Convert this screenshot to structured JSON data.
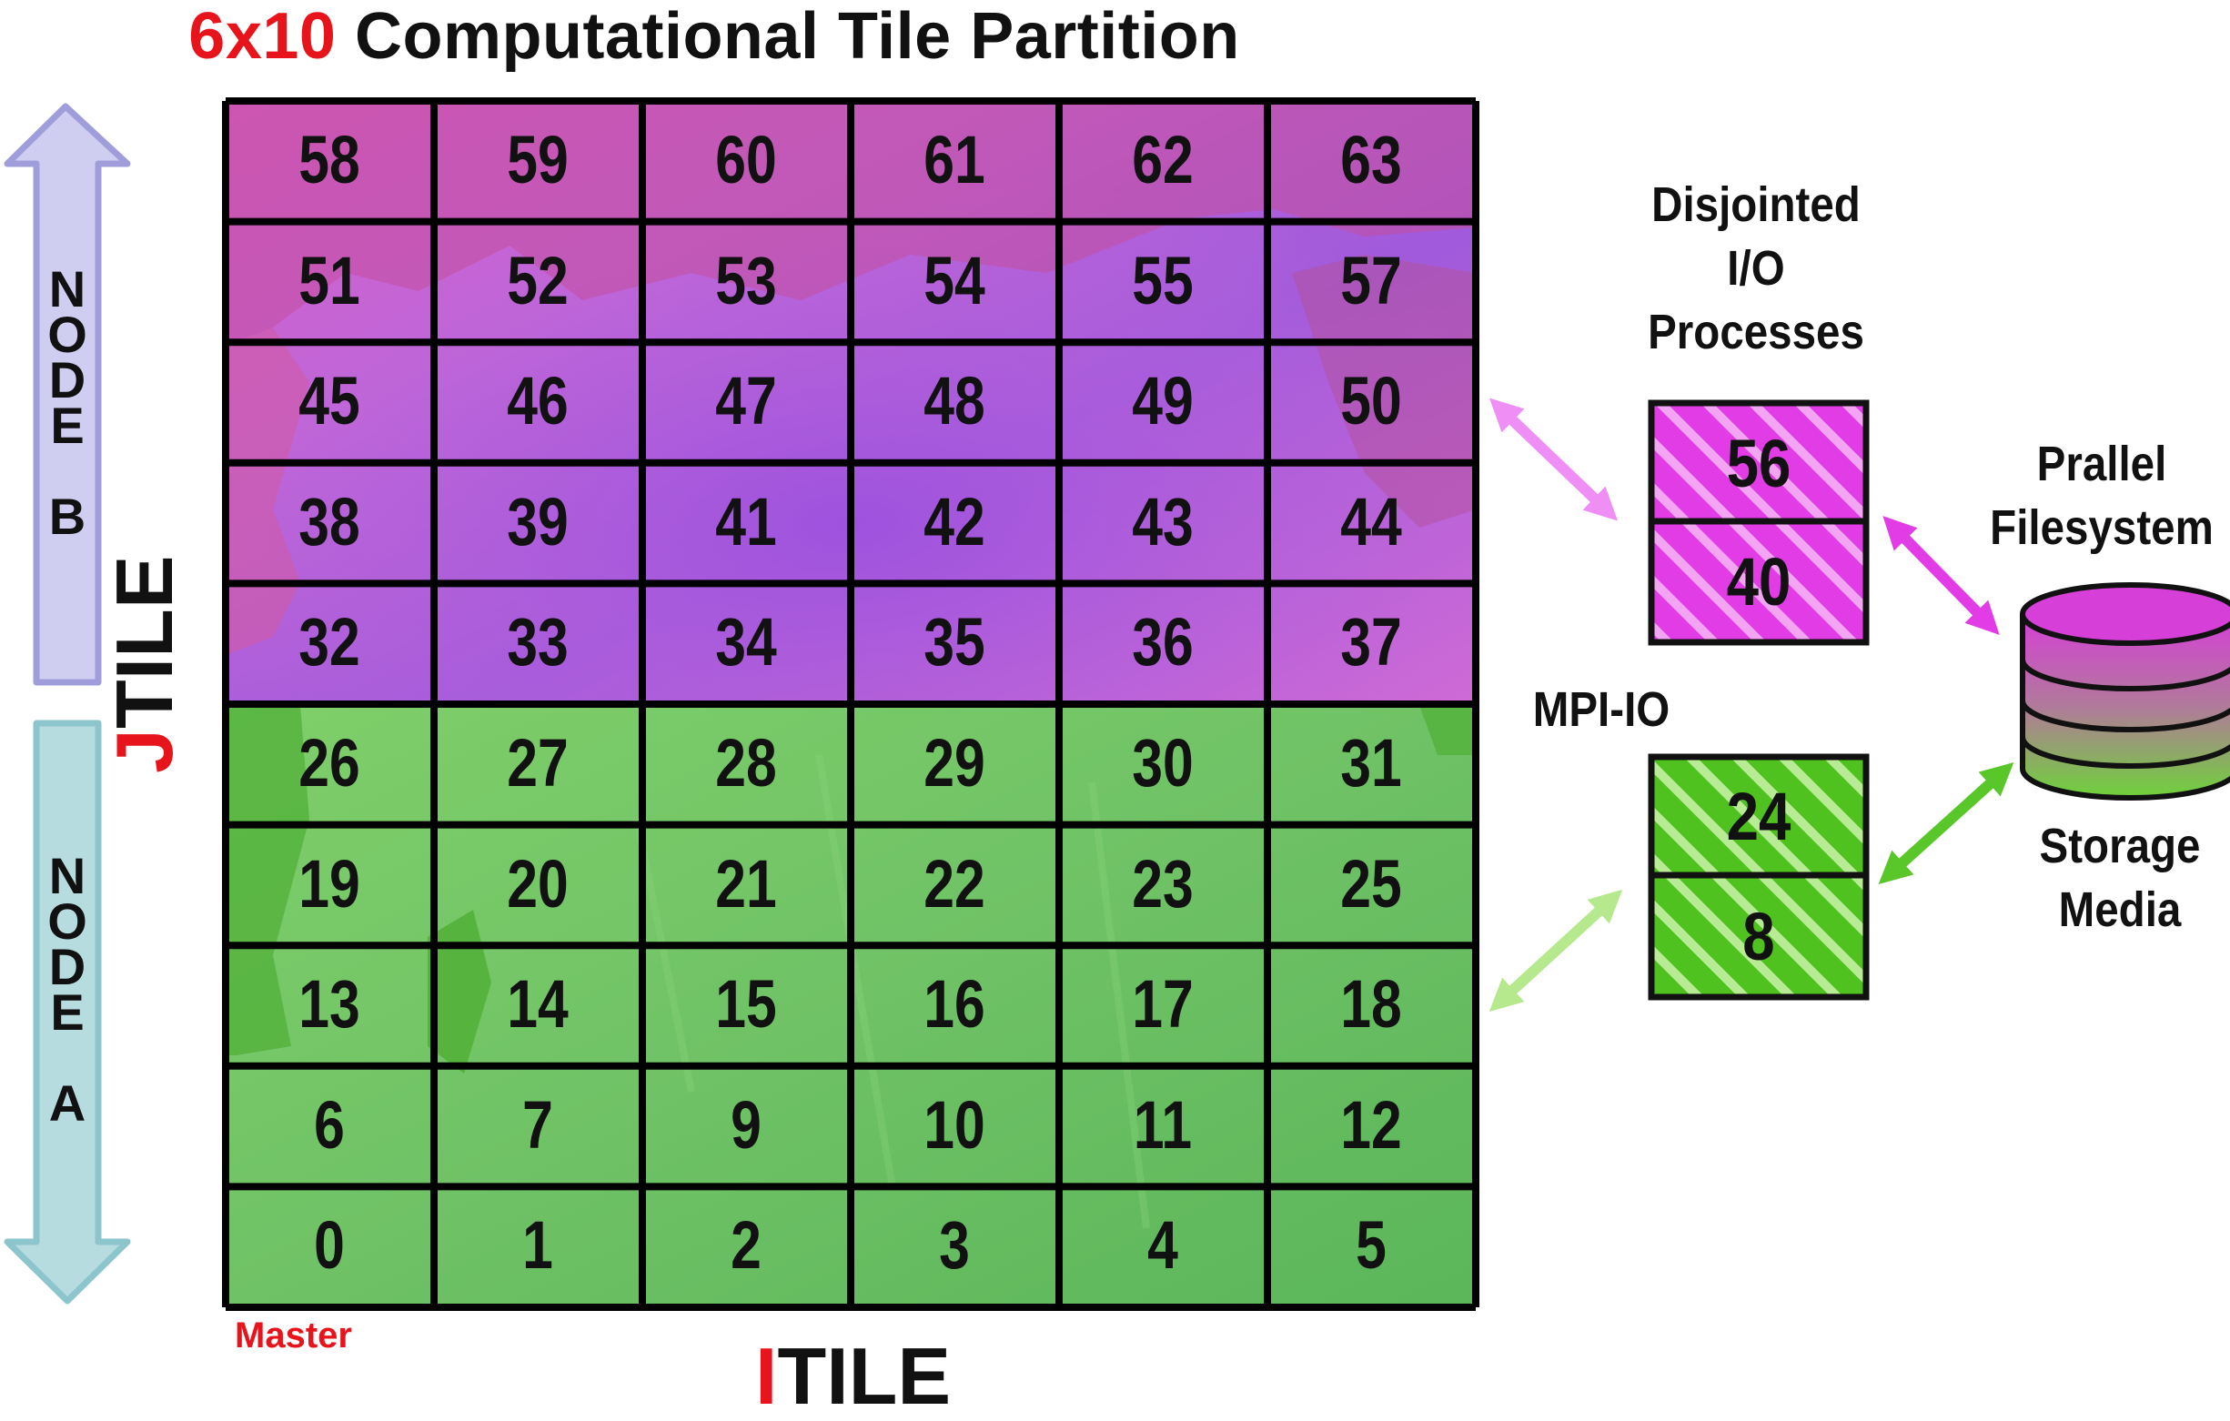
{
  "title": {
    "highlight": "6x10",
    "text": "Computational Tile Partition"
  },
  "grid": {
    "cols": 6,
    "rows": 10,
    "labels": [
      [
        "58",
        "59",
        "60",
        "61",
        "62",
        "63"
      ],
      [
        "51",
        "52",
        "53",
        "54",
        "55",
        "57"
      ],
      [
        "45",
        "46",
        "47",
        "48",
        "49",
        "50"
      ],
      [
        "38",
        "39",
        "41",
        "42",
        "43",
        "44"
      ],
      [
        "32",
        "33",
        "34",
        "35",
        "36",
        "37"
      ],
      [
        "26",
        "27",
        "28",
        "29",
        "30",
        "31"
      ],
      [
        "19",
        "20",
        "21",
        "22",
        "23",
        "25"
      ],
      [
        "13",
        "14",
        "15",
        "16",
        "17",
        "18"
      ],
      [
        "6",
        "7",
        "9",
        "10",
        "11",
        "12"
      ],
      [
        "0",
        "1",
        "2",
        "3",
        "4",
        "5"
      ]
    ],
    "node_b_rows": 5,
    "node_a_rows": 5
  },
  "axis": {
    "jtile": {
      "first": "J",
      "rest": "TILE"
    },
    "itile": {
      "first": "I",
      "rest": "TILE"
    }
  },
  "master_label": "Master",
  "nodes": [
    {
      "letters": [
        "N",
        "O",
        "D",
        "E",
        "",
        "B"
      ],
      "color": "#cfcdf0",
      "stroke": "#9f9edb"
    },
    {
      "letters": [
        "N",
        "O",
        "D",
        "E",
        "",
        "A"
      ],
      "color": "#b7dce0",
      "stroke": "#8cc5cc"
    }
  ],
  "io": {
    "title_lines": [
      "Disjointed",
      "I/O",
      "Processes"
    ],
    "mpi_label": "MPI-IO",
    "node_b_procs": [
      "56",
      "40"
    ],
    "node_a_procs": [
      "24",
      "8"
    ]
  },
  "storage": {
    "title_lines": [
      "Prallel",
      "Filesystem"
    ],
    "media_lines": [
      "Storage",
      "Media"
    ]
  },
  "colors": {
    "magenta": "#e23ce6",
    "green": "#59c62a",
    "light_magenta": "#ef8ef4",
    "light_green": "#b6e98e",
    "accent_red": "#e8141b"
  }
}
